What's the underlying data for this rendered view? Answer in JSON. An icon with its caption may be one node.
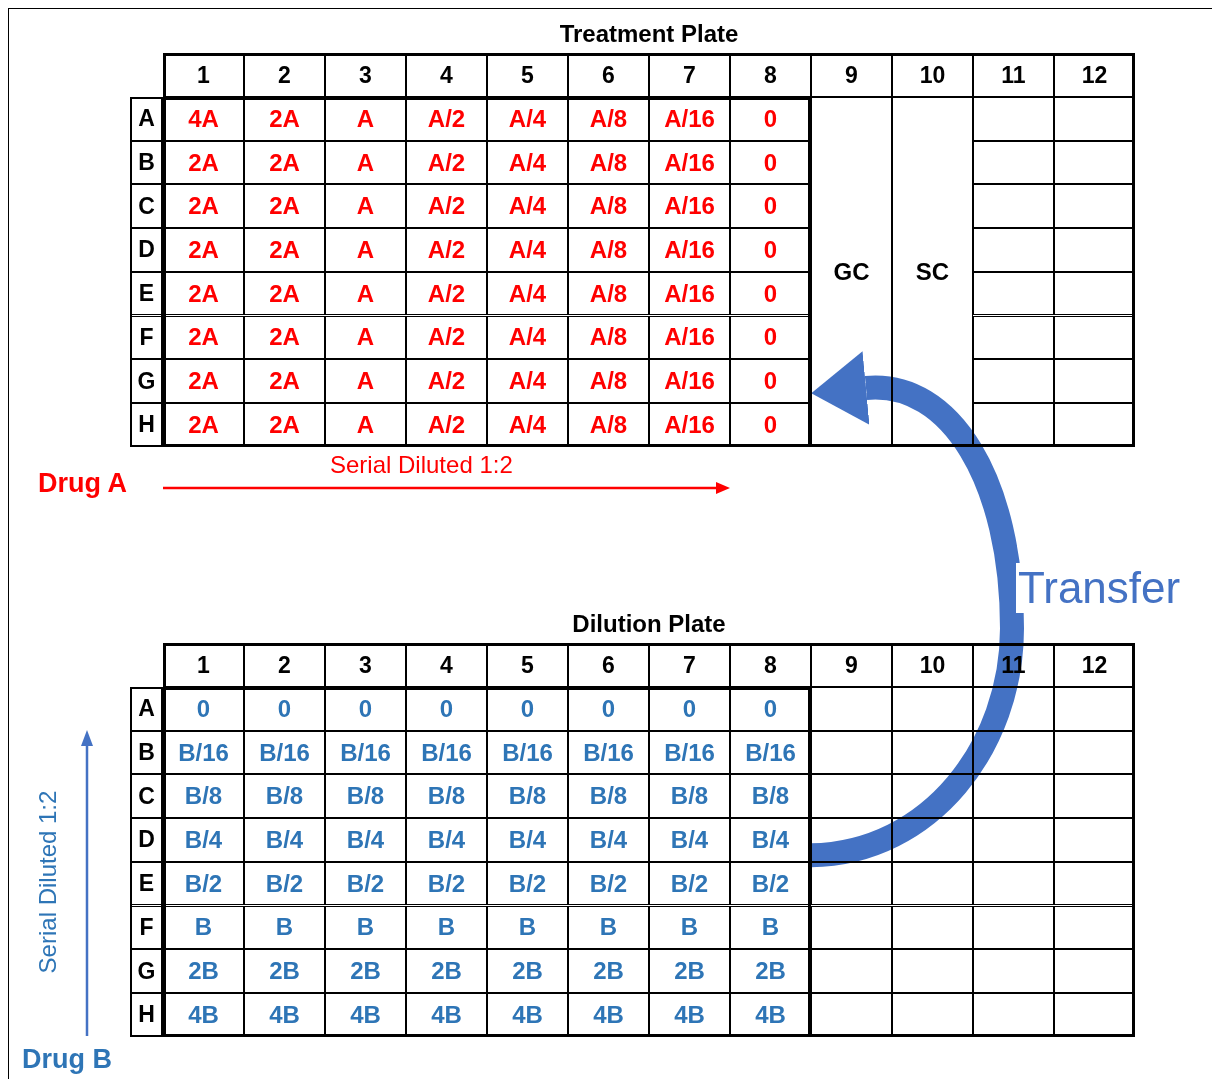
{
  "diagram": {
    "nodes": [
      {
        "text": [
          "Treatment Plate"
        ]
      },
      {
        "text": [
          "Dilution Plate"
        ]
      },
      {
        "text": [],
        "shape": "box",
        "in": 0
      },
      {
        "text": [],
        "shape": "box",
        "in": 1
      }
    ],
    "edges": [
      {
        "from": 3,
        "to": 2,
        "arrow": "to",
        "label": "Transfer"
      }
    ],
    "labels": [
      "1",
      "2",
      "3",
      "4",
      "5",
      "6",
      "7",
      "8",
      "9",
      "10",
      "11",
      "12",
      "A",
      "4A",
      "2A",
      "A",
      "A/2",
      "A/4",
      "A/8",
      "A/16",
      "0",
      "B",
      "2A",
      "2A",
      "A",
      "A/2",
      "A/4",
      "A/8",
      "A/16",
      "0",
      "C",
      "2A",
      "2A",
      "A",
      "A/2",
      "A/4",
      "A/8",
      "A/16",
      "0",
      "D",
      "2A",
      "2A",
      "A",
      "A/2",
      "A/4",
      "A/8",
      "A/16",
      "0",
      "E",
      "2A",
      "2A",
      "A",
      "A/2",
      "A/4",
      "A/8",
      "A/16",
      "0",
      "F",
      "2A",
      "2A",
      "A",
      "A/2",
      "A/4",
      "A/8",
      "A/16",
      "0",
      "G",
      "2A",
      "2A",
      "A",
      "A/2",
      "A/4",
      "A/8",
      "A/16",
      "0",
      "H",
      "2A",
      "2A",
      "A",
      "A/2",
      "A/4",
      "A/8",
      "A/16",
      "0",
      "GC",
      "SC",
      "Serial Diluted 1:2",
      "Drug A",
      "1",
      "2",
      "3",
      "4",
      "5",
      "6",
      "7",
      "8",
      "9",
      "10",
      "11",
      "12",
      "A",
      "0",
      "0",
      "0",
      "0",
      "0",
      "0",
      "0",
      "0",
      "B",
      "B/16",
      "B/16",
      "B/16",
      "B/16",
      "B/16",
      "B/16",
      "B/16",
      "B/16",
      "C",
      "B/8",
      "B/8",
      "B/8",
      "B/8",
      "B/8",
      "B/8",
      "B/8",
      "B/8",
      "D",
      "B/4",
      "B/4",
      "B/4",
      "B/4",
      "B/4",
      "B/4",
      "B/4",
      "B/4",
      "E",
      "B/2",
      "B/2",
      "B/2",
      "B/2",
      "B/2",
      "B/2",
      "B/2",
      "B/2",
      "F",
      "B",
      "B",
      "B",
      "B",
      "B",
      "B",
      "B",
      "B",
      "G",
      "2B",
      "2B",
      "2B",
      "2B",
      "2B",
      "2B",
      "2B",
      "2B",
      "H",
      "4B",
      "4B",
      "4B",
      "4B",
      "4B",
      "4B",
      "4B",
      "4B",
      "Serial Diluted 1:2",
      "Drug B"
    ]
  }
}
